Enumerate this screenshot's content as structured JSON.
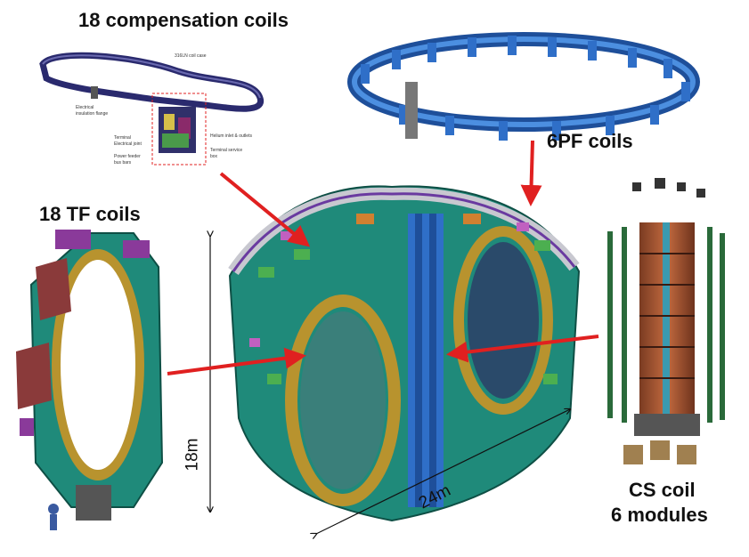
{
  "labels": {
    "compensation": "18 compensation coils",
    "pf": "6PF coils",
    "tf": "18 TF coils",
    "cs_line1": "CS coil",
    "cs_line2": "6 modules",
    "height": "18m",
    "width": "24m"
  },
  "callouts": {
    "coil_case": "316LN coil case",
    "flange_1": "Electrical",
    "flange_2": "insulation flange",
    "terminal_1": "Terminal",
    "terminal_2": "Electrical joint",
    "feeder_1": "Power feeder",
    "feeder_2": "bus bars",
    "helium": "Helium inlet & outlets",
    "service_1": "Terminal service",
    "service_2": "box"
  },
  "colors": {
    "arrow": "#e02020",
    "tf_teal": "#1f8a7a",
    "gold": "#b8932e",
    "blue": "#2f6fc8",
    "copper": "#b0603a"
  }
}
